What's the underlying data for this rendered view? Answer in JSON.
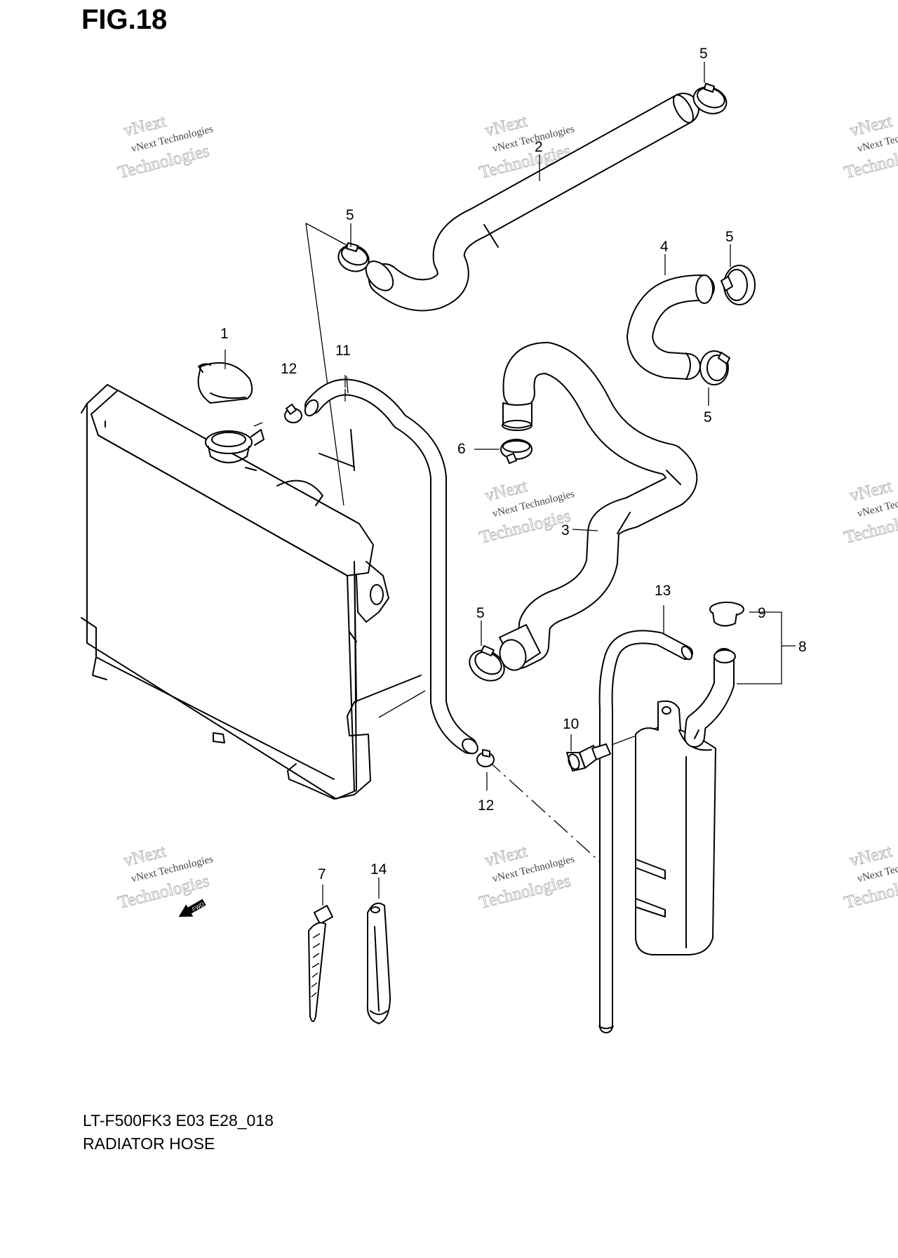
{
  "figure": {
    "title": "FIG.18"
  },
  "footer": {
    "model_code": "LT-F500FK3 E03 E28_018",
    "section_name": "RADIATOR HOSE"
  },
  "callouts": {
    "c1": "1",
    "c2": "2",
    "c3": "3",
    "c4": "4",
    "c5a": "5",
    "c5b": "5",
    "c5c": "5",
    "c5d": "5",
    "c5e": "5",
    "c6": "6",
    "c7": "7",
    "c8": "8",
    "c9": "9",
    "c10": "10",
    "c11": "11",
    "c12a": "12",
    "c12b": "12",
    "c13": "13",
    "c14": "14"
  },
  "watermark": {
    "line1": "vNext Technologies",
    "line2": "Technologies",
    "line3": "vNext"
  },
  "orientation_mark": {
    "label": "FWD"
  }
}
